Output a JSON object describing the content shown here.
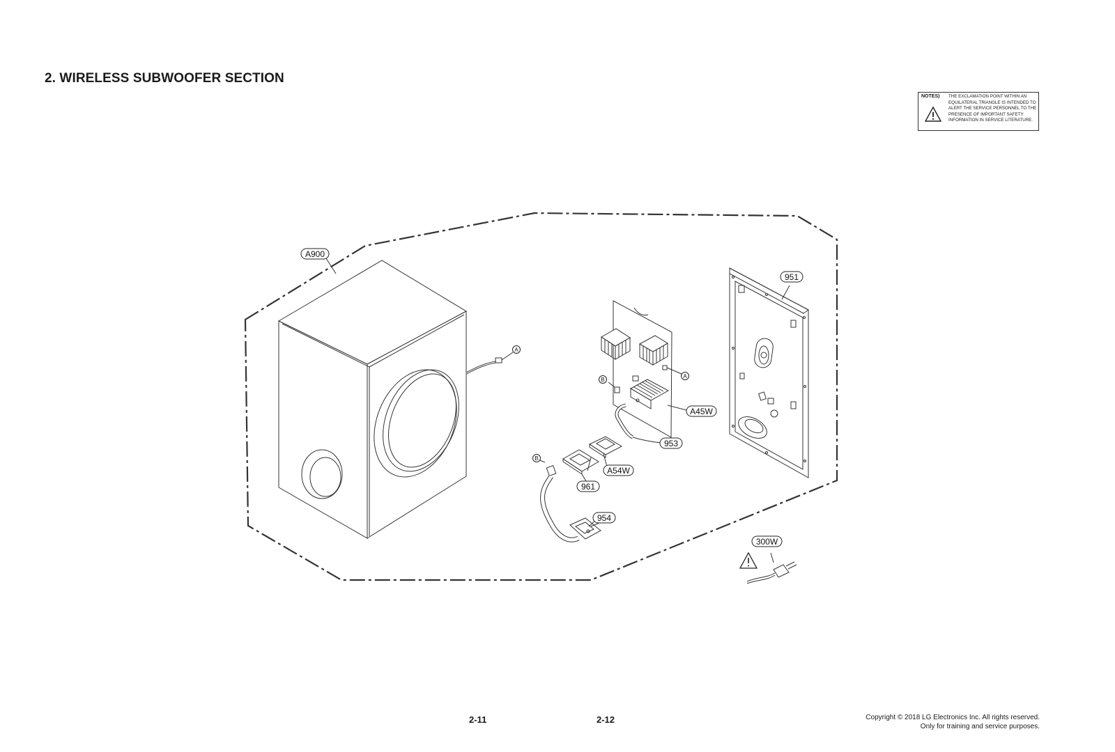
{
  "page": {
    "title": "2. WIRELESS SUBWOOFER SECTION",
    "left_page_number": "2-11",
    "right_page_number": "2-12",
    "copyright_line1": "Copyright © 2018 LG Electronics Inc. All rights reserved.",
    "copyright_line2": "Only for training and service purposes."
  },
  "notes": {
    "label": "NOTES)",
    "text": "THE EXCLAMATION POINT WITHIN AN EQUILATERAL TRIANGLE IS INTENDED TO ALERT THE SERVICE PERSONNEL TO THE PRESENCE OF IMPORTANT SAFETY INFORMATION IN SERVICE LITERATURE.",
    "icon": "warning-triangle-icon"
  },
  "parts": {
    "a900": "A900",
    "p951": "951",
    "a45w": "A45W",
    "p953": "953",
    "a54w": "A54W",
    "p961": "961",
    "p954": "954",
    "p300w": "300W"
  },
  "connectors": {
    "a": "A",
    "b": "B"
  },
  "colors": {
    "line": "#333333",
    "background": "#ffffff"
  }
}
